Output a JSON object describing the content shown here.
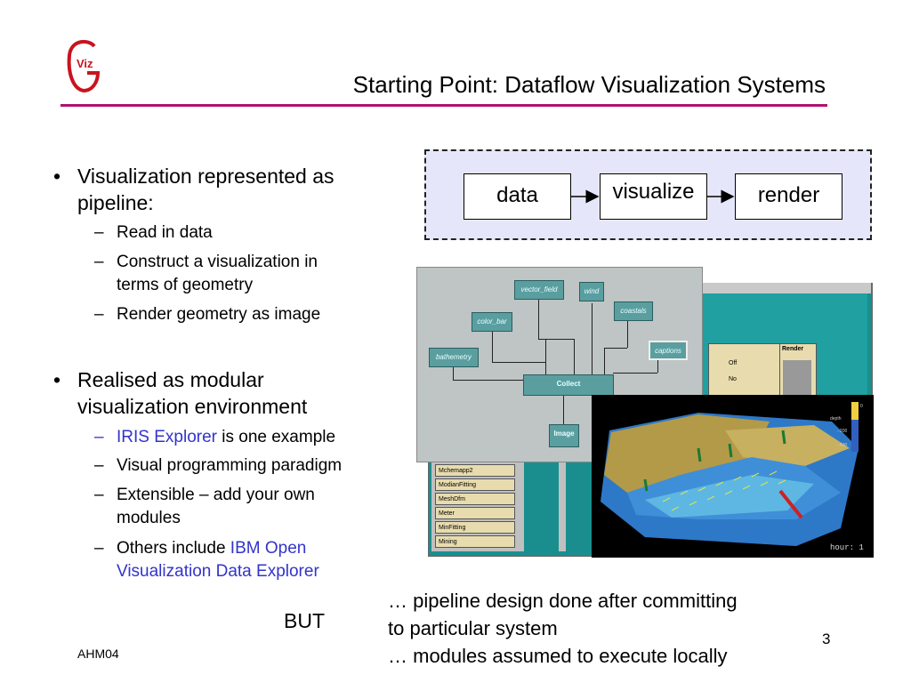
{
  "slide": {
    "logo_text": "Viz",
    "title": "Starting Point: Dataflow Visualization Systems",
    "bullets": [
      {
        "lines": [
          "Visualization represented as",
          "pipeline:"
        ],
        "subs": [
          {
            "lines": [
              "Read in data"
            ]
          },
          {
            "lines": [
              "Construct a visualization in",
              "terms of geometry"
            ]
          },
          {
            "lines": [
              "Render geometry as image"
            ]
          }
        ]
      },
      {
        "lines": [
          "Realised as modular",
          "visualization environment"
        ],
        "subs": [
          {
            "link": "IRIS Explorer",
            "rest": " is one example"
          },
          {
            "lines": [
              "Visual programming paradigm"
            ]
          },
          {
            "lines": [
              "Extensible – add your own",
              "modules"
            ]
          },
          {
            "prefix": "Others include ",
            "link_line1": "IBM Open",
            "link_line2": "Visualization Data Explorer"
          }
        ]
      }
    ],
    "dash": "–",
    "dot": "•",
    "pipeline": {
      "boxes": [
        "data",
        "visualize",
        "render"
      ]
    },
    "iris": {
      "modules": [
        "vector_field",
        "wind",
        "coastals",
        "color_bar",
        "captions",
        "bathemetry",
        "Collect",
        "Image"
      ],
      "lib_items": [
        "Mchemapp2",
        "ModianFitting",
        "MeshDfm",
        "Meter",
        "MinFitting",
        "Mining"
      ],
      "panel_render": "Render",
      "panel_off": "Off",
      "panel_no": "No"
    },
    "viz": {
      "hour_label": "hour: 1",
      "cb_top": "0",
      "cb_mid": "−200",
      "cb_bot": "−400",
      "cb_axis": "depth"
    },
    "caption": [
      "… pipeline design done after committing",
      "to particular system",
      "… modules assumed to execute locally"
    ],
    "but": "BUT",
    "footer": "AHM04",
    "page_number": "3",
    "colors": {
      "rule": "#b0106f",
      "link": "#3333cc",
      "diagram_bg": "#e6e6fb"
    }
  }
}
